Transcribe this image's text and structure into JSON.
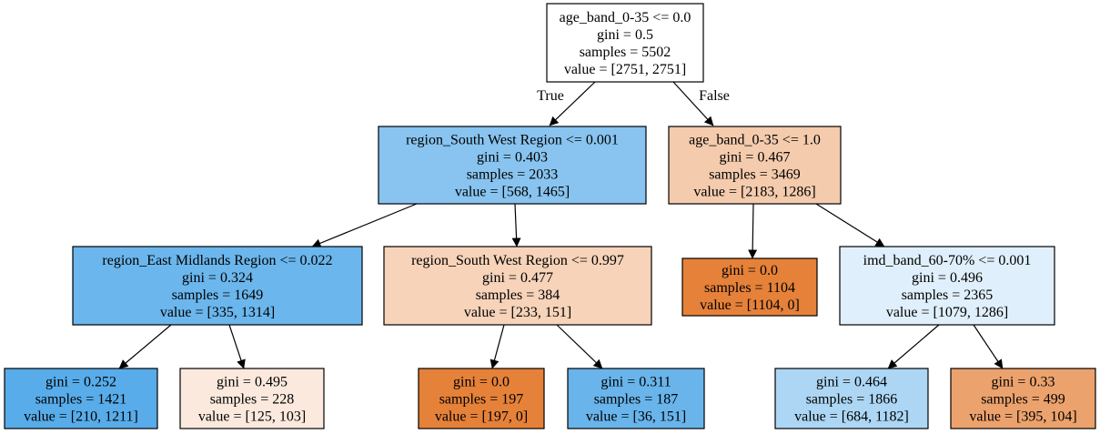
{
  "tree": {
    "nodes": [
      {
        "id": "n0",
        "lines": [
          "age_band_0-35 <= 0.0",
          "gini = 0.5",
          "samples = 5502",
          "value = [2751, 2751]"
        ],
        "fill": "#ffffff"
      },
      {
        "id": "n1",
        "lines": [
          "region_South West Region <= 0.001",
          "gini = 0.403",
          "samples = 2033",
          "value = [568, 1465]"
        ],
        "fill": "#88c4ef"
      },
      {
        "id": "n2",
        "lines": [
          "age_band_0-35 <= 1.0",
          "gini = 0.467",
          "samples = 3469",
          "value = [2183, 1286]"
        ],
        "fill": "#f4cbad"
      },
      {
        "id": "n3",
        "lines": [
          "region_East Midlands Region <= 0.022",
          "gini = 0.324",
          "samples = 1649",
          "value = [335, 1314]"
        ],
        "fill": "#6bb6ec"
      },
      {
        "id": "n4",
        "lines": [
          "region_South West Region <= 0.997",
          "gini = 0.477",
          "samples = 384",
          "value = [233, 151]"
        ],
        "fill": "#f6d3b9"
      },
      {
        "id": "n5",
        "lines": [
          "gini = 0.0",
          "samples = 1104",
          "value = [1104, 0]"
        ],
        "fill": "#e58139"
      },
      {
        "id": "n6",
        "lines": [
          "imd_band_60-70% <= 0.001",
          "gini = 0.496",
          "samples = 2365",
          "value = [1079, 1286]"
        ],
        "fill": "#dfeffb"
      },
      {
        "id": "n7",
        "lines": [
          "gini = 0.252",
          "samples = 1421",
          "value = [210, 1211]"
        ],
        "fill": "#58ace9"
      },
      {
        "id": "n8",
        "lines": [
          "gini = 0.495",
          "samples = 228",
          "value = [125, 103]"
        ],
        "fill": "#fae9dc"
      },
      {
        "id": "n9",
        "lines": [
          "gini = 0.0",
          "samples = 197",
          "value = [197, 0]"
        ],
        "fill": "#e58139"
      },
      {
        "id": "n10",
        "lines": [
          "gini = 0.311",
          "samples = 187",
          "value = [36, 151]"
        ],
        "fill": "#68b4eb"
      },
      {
        "id": "n11",
        "lines": [
          "gini = 0.464",
          "samples = 1866",
          "value = [684, 1182]"
        ],
        "fill": "#acd6f4"
      },
      {
        "id": "n12",
        "lines": [
          "gini = 0.33",
          "samples = 499",
          "value = [395, 104]"
        ],
        "fill": "#eca26d"
      }
    ],
    "edges": [
      {
        "from": "n0",
        "to": "n1",
        "label": "True"
      },
      {
        "from": "n0",
        "to": "n2",
        "label": "False"
      },
      {
        "from": "n1",
        "to": "n3",
        "label": ""
      },
      {
        "from": "n1",
        "to": "n4",
        "label": ""
      },
      {
        "from": "n2",
        "to": "n5",
        "label": ""
      },
      {
        "from": "n2",
        "to": "n6",
        "label": ""
      },
      {
        "from": "n3",
        "to": "n7",
        "label": ""
      },
      {
        "from": "n3",
        "to": "n8",
        "label": ""
      },
      {
        "from": "n4",
        "to": "n9",
        "label": ""
      },
      {
        "from": "n4",
        "to": "n10",
        "label": ""
      },
      {
        "from": "n6",
        "to": "n11",
        "label": ""
      },
      {
        "from": "n6",
        "to": "n12",
        "label": ""
      }
    ]
  }
}
